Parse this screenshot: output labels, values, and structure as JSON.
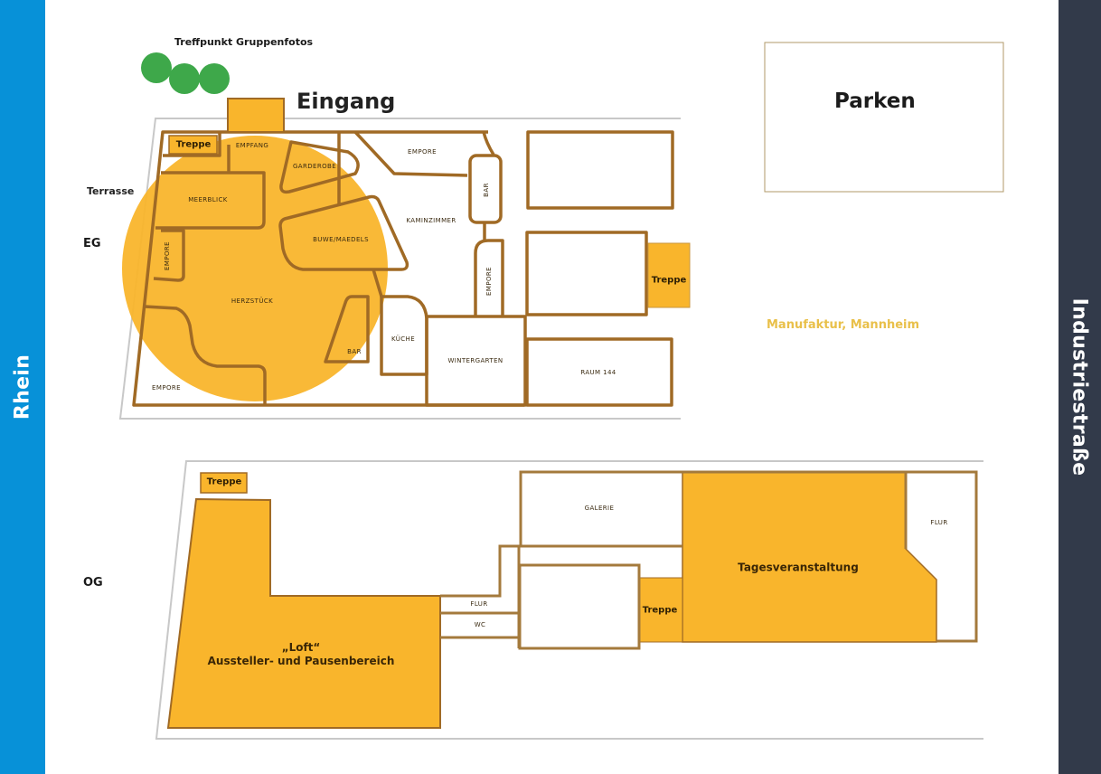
{
  "sidebars": {
    "left": {
      "label": "Rhein",
      "color": "#0791d8"
    },
    "right": {
      "label": "Industriestraße",
      "color": "#323a4a"
    }
  },
  "colors": {
    "room_fill_highlight": "#f9b52c",
    "room_outline": "#a47a3c",
    "meeting_point": "#3ea84a",
    "venue_label": "#e9c04a",
    "frame_gray": "#c8c8c8"
  },
  "header": {
    "meeting_point": "Treffpunkt Gruppenfotos",
    "entrance": "Eingang",
    "parking": "Parken",
    "terrace": "Terrasse",
    "venue": "Manufaktur, Mannheim"
  },
  "floors": {
    "eg": {
      "label": "EG",
      "stairs": [
        "Treppe",
        "Treppe"
      ],
      "rooms": {
        "empfang": "EMPFANG",
        "garderobe": "GARDEROBE",
        "meerblick": "MEERBLICK",
        "empore_top": "EMPORE",
        "bar_top": "BAR",
        "kaminzimmer": "KAMINZIMMER",
        "buwe_maedels": "BUWE/MAEDELS",
        "empore_left": "EMPORE",
        "empore_mid": "EMPORE",
        "herzstueck": "HERZSTÜCK",
        "bar_bottom": "BAR",
        "kueche": "KÜCHE",
        "wintergarten": "WINTERGARTEN",
        "raum144": "RAUM 144",
        "empore_bottom": "EMPORE"
      }
    },
    "og": {
      "label": "OG",
      "stairs": [
        "Treppe",
        "Treppe"
      ],
      "rooms": {
        "loft_title": "„Loft“",
        "loft_subtitle": "Aussteller- und Pausenbereich",
        "flur_small": "FLUR",
        "wc": "WC",
        "galerie": "GALERIE",
        "tagesveranstaltung": "Tagesveranstaltung",
        "flur_right": "FLUR"
      }
    }
  }
}
